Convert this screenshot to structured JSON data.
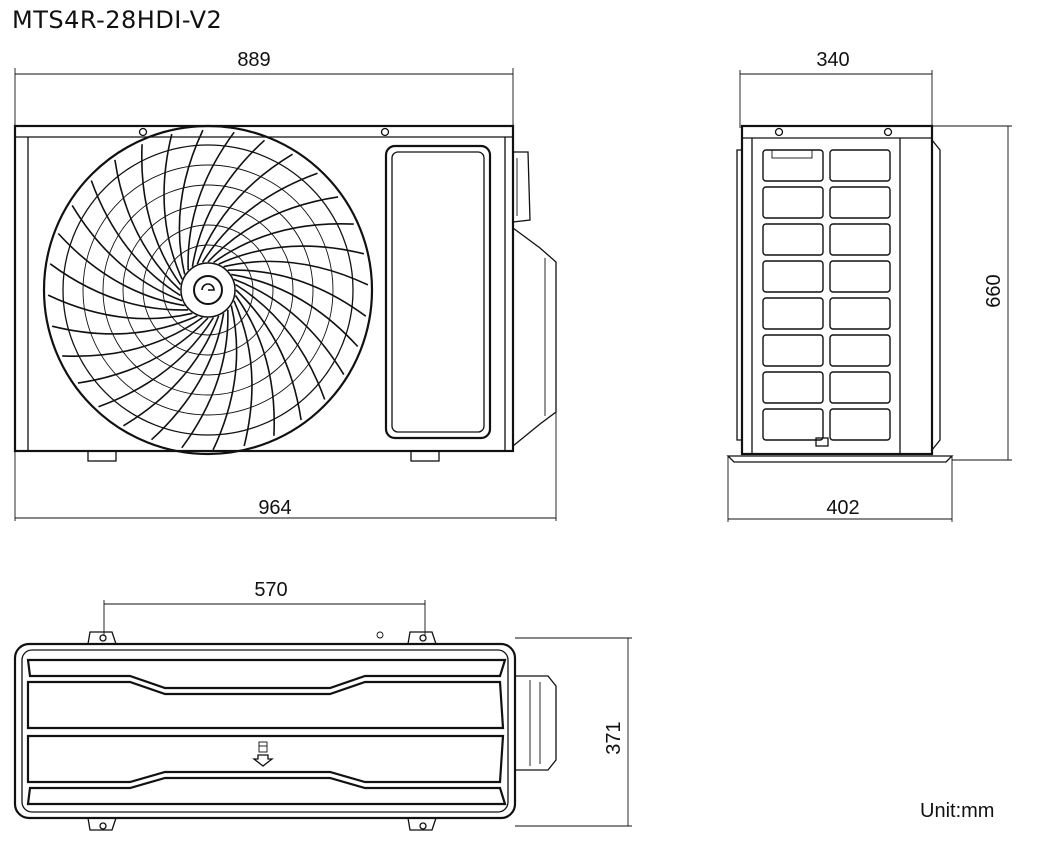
{
  "model": "MTS4R-28HDI-V2",
  "unit": "Unit:mm",
  "front_view": {
    "top_width": "889",
    "bottom_width": "964"
  },
  "side_view": {
    "top_depth": "340",
    "height": "660",
    "bottom_depth": "402"
  },
  "top_view": {
    "mount_spacing": "570",
    "depth": "371"
  }
}
